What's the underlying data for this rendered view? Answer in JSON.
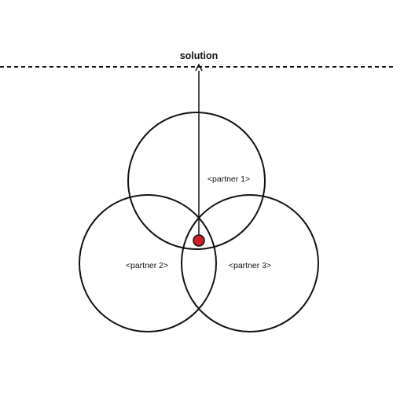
{
  "diagram": {
    "title": "solution",
    "partners": [
      {
        "label": "<partner 1>"
      },
      {
        "label": "<partner 2>"
      },
      {
        "label": "<partner 3>"
      }
    ],
    "colors": {
      "line": "#111111",
      "background": "#ffffff",
      "center_dot": "#cc2127"
    }
  }
}
